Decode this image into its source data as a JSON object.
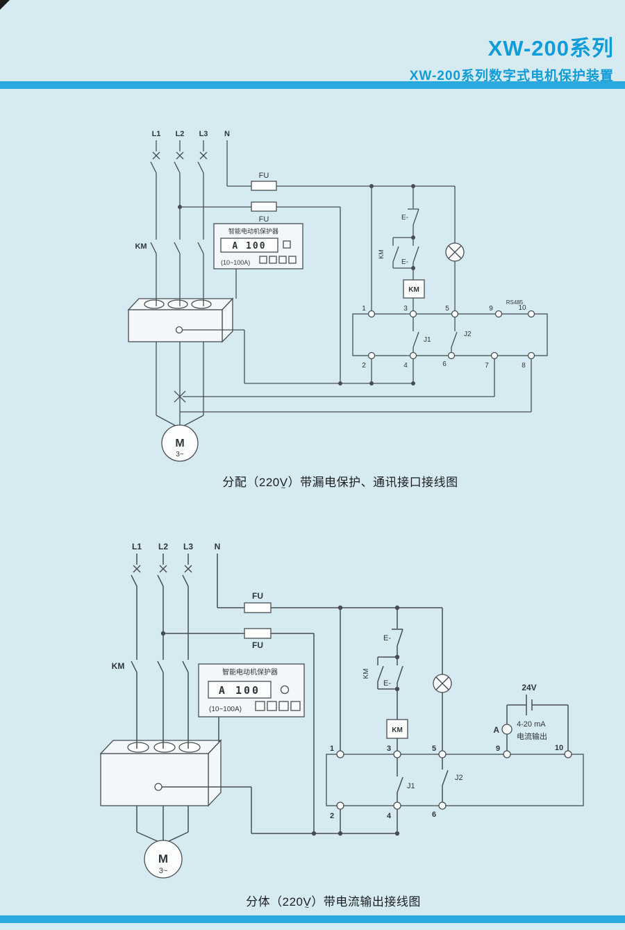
{
  "header": {
    "title": "XW-200系列",
    "subtitle": "XW-200系列数字式电机保护装置"
  },
  "colors": {
    "background": "#d6eaf2",
    "accent": "#29a9de",
    "line": "#474d52"
  },
  "diagram_top": {
    "caption_prefix": "分配（220",
    "caption_volt": "V",
    "caption_tilde": "~",
    "caption_suffix": "）带漏电保护、通讯接口接线图",
    "labels": {
      "l1": "L1",
      "l2": "L2",
      "l3": "L3",
      "n": "N",
      "fu_top": "FU",
      "fu_bottom": "FU",
      "km": "KM",
      "stop": "E-",
      "aux": "KM",
      "start": "E-",
      "coil": "KM",
      "rs485": "RS485",
      "j1": "J1",
      "j2": "J2",
      "motor": "M",
      "motor_phase": "3~"
    },
    "device": {
      "title": "智能电动机保护器",
      "display": "A 100",
      "range": "(10~100A)"
    },
    "terminals_top": [
      "1",
      "3",
      "5",
      "9",
      "10"
    ],
    "terminals_bottom": [
      "2",
      "4",
      "6",
      "7",
      "8"
    ]
  },
  "diagram_bottom": {
    "caption_prefix": "分体（220",
    "caption_volt": "V",
    "caption_tilde": "~",
    "caption_suffix": "）带电流输出接线图",
    "labels": {
      "l1": "L1",
      "l2": "L2",
      "l3": "L3",
      "n": "N",
      "fu_top": "FU",
      "fu_bottom": "FU",
      "km": "KM",
      "stop": "E-",
      "aux": "KM",
      "start": "E-",
      "coil": "KM",
      "j1": "J1",
      "j2": "J2",
      "supply": "24V",
      "ammeter": "A",
      "output_line1": "4-20 mA",
      "output_line2": "电流输出",
      "motor": "M",
      "motor_phase": "3~"
    },
    "device": {
      "title": "智能电动机保护器",
      "display": "A 100",
      "range": "(10~100A)"
    },
    "terminals_top": [
      "1",
      "3",
      "5",
      "9",
      "10"
    ],
    "terminals_bottom": [
      "2",
      "4",
      "6"
    ]
  }
}
